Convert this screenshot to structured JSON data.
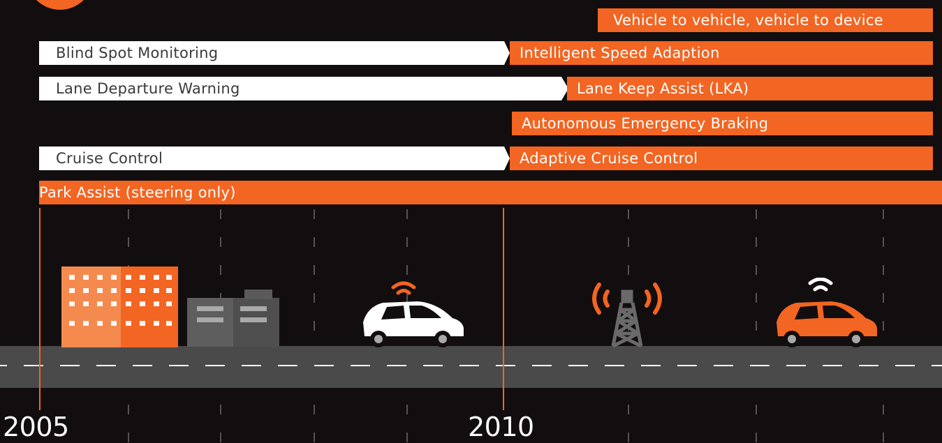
{
  "colors": {
    "background": "#120e0f",
    "accent": "#f26522",
    "legacy_bar": "#ffffff",
    "road": "#4a4a4a"
  },
  "timeline": {
    "start_year": "2005",
    "mid_year": "2010"
  },
  "legacy_features": [
    "Blind Spot Monitoring",
    "Lane Departure Warning",
    "Cruise Control"
  ],
  "modern_features": [
    "Vehicle to vehicle, vehicle to device",
    "Intelligent Speed Adaption",
    "Lane Keep Assist (LKA)",
    "Autonomous Emergency Braking",
    "Adaptive Cruise Control",
    "Park Assist (steering only)"
  ],
  "illustrations": [
    "office-building-icon",
    "grey-building-icon",
    "connected-white-car-icon",
    "cell-tower-icon",
    "connected-orange-car-icon"
  ]
}
